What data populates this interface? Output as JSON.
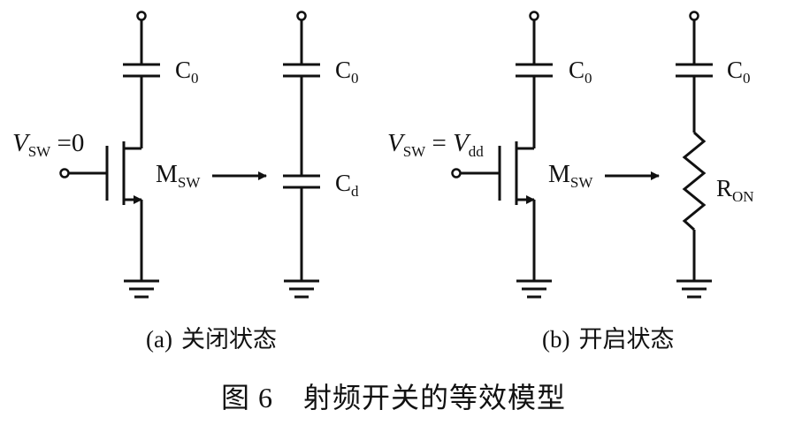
{
  "panel_a": {
    "gate": {
      "main": "V",
      "sub": "SW",
      "tail": " =0"
    },
    "cap_top": {
      "main": "C",
      "sub": "0"
    },
    "transistor": {
      "main": "M",
      "sub": "SW"
    },
    "cap_equiv": {
      "main": "C",
      "sub": "d"
    },
    "cap_equiv_top": {
      "main": "C",
      "sub": "0"
    },
    "caption_tag": "(a)",
    "caption_text": "关闭状态"
  },
  "panel_b": {
    "gate": {
      "main": "V",
      "sub": "SW",
      "eq": " = ",
      "main2": "V",
      "sub2": "dd"
    },
    "cap_top": {
      "main": "C",
      "sub": "0"
    },
    "transistor": {
      "main": "M",
      "sub": "SW"
    },
    "cap_equiv_top": {
      "main": "C",
      "sub": "0"
    },
    "resistor": {
      "main": "R",
      "sub": "ON"
    },
    "caption_tag": "(b)",
    "caption_text": "开启状态"
  },
  "figure": {
    "number": "图 6",
    "title": "射频开关的等效模型"
  }
}
